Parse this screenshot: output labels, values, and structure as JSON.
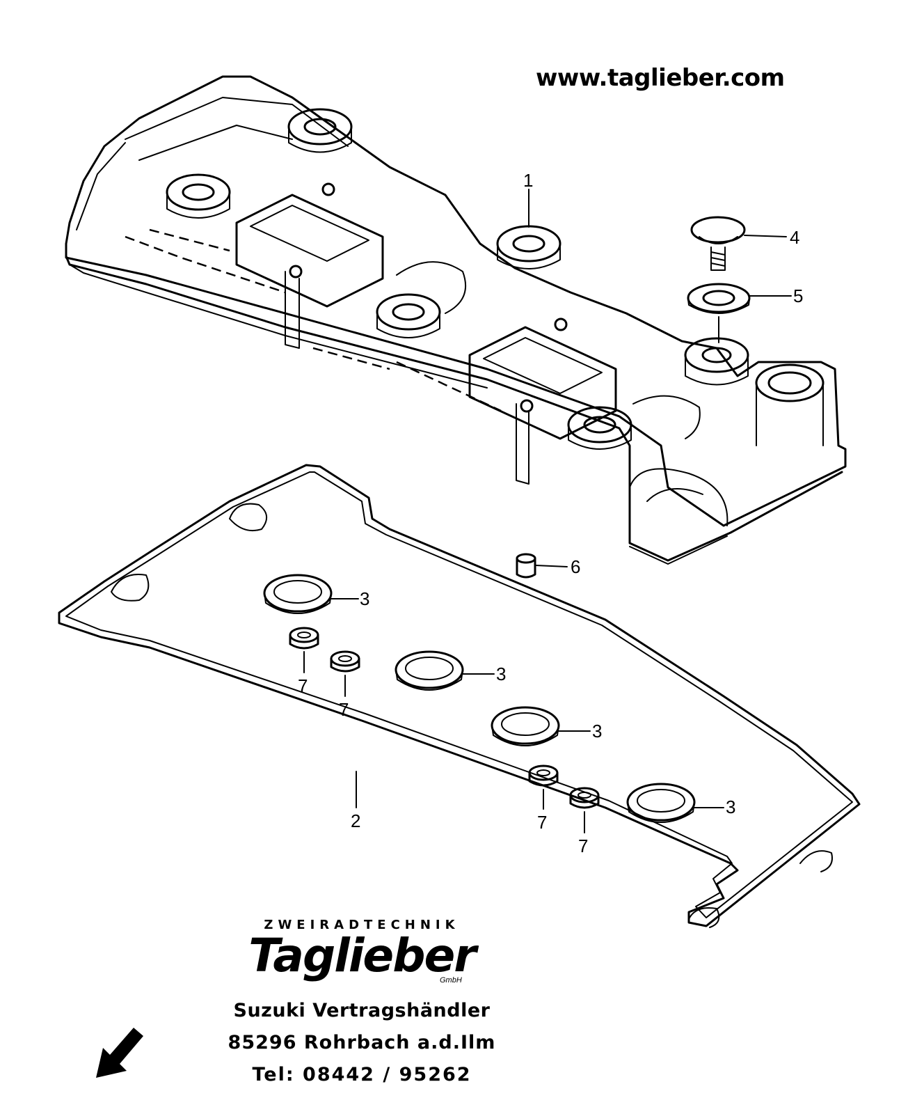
{
  "header": {
    "website": "www.taglieber.com"
  },
  "callouts": [
    {
      "id": "1",
      "label": "1"
    },
    {
      "id": "2",
      "label": "2"
    },
    {
      "id": "3a",
      "label": "3"
    },
    {
      "id": "3b",
      "label": "3"
    },
    {
      "id": "3c",
      "label": "3"
    },
    {
      "id": "3d",
      "label": "3"
    },
    {
      "id": "4",
      "label": "4"
    },
    {
      "id": "5",
      "label": "5"
    },
    {
      "id": "6",
      "label": "6"
    },
    {
      "id": "7a",
      "label": "7"
    },
    {
      "id": "7b",
      "label": "7"
    },
    {
      "id": "7c",
      "label": "7"
    },
    {
      "id": "7d",
      "label": "7"
    }
  ],
  "logo": {
    "tagline": "ZWEIRADTECHNIK",
    "brand": "Taglieber",
    "suffix": "GmbH"
  },
  "dealer": {
    "line1": "Suzuki Vertragshändler",
    "line2": "85296 Rohrbach a.d.Ilm",
    "line3": "Tel: 08442 / 95262"
  },
  "icons": {
    "direction": "arrow-down-left-icon"
  }
}
